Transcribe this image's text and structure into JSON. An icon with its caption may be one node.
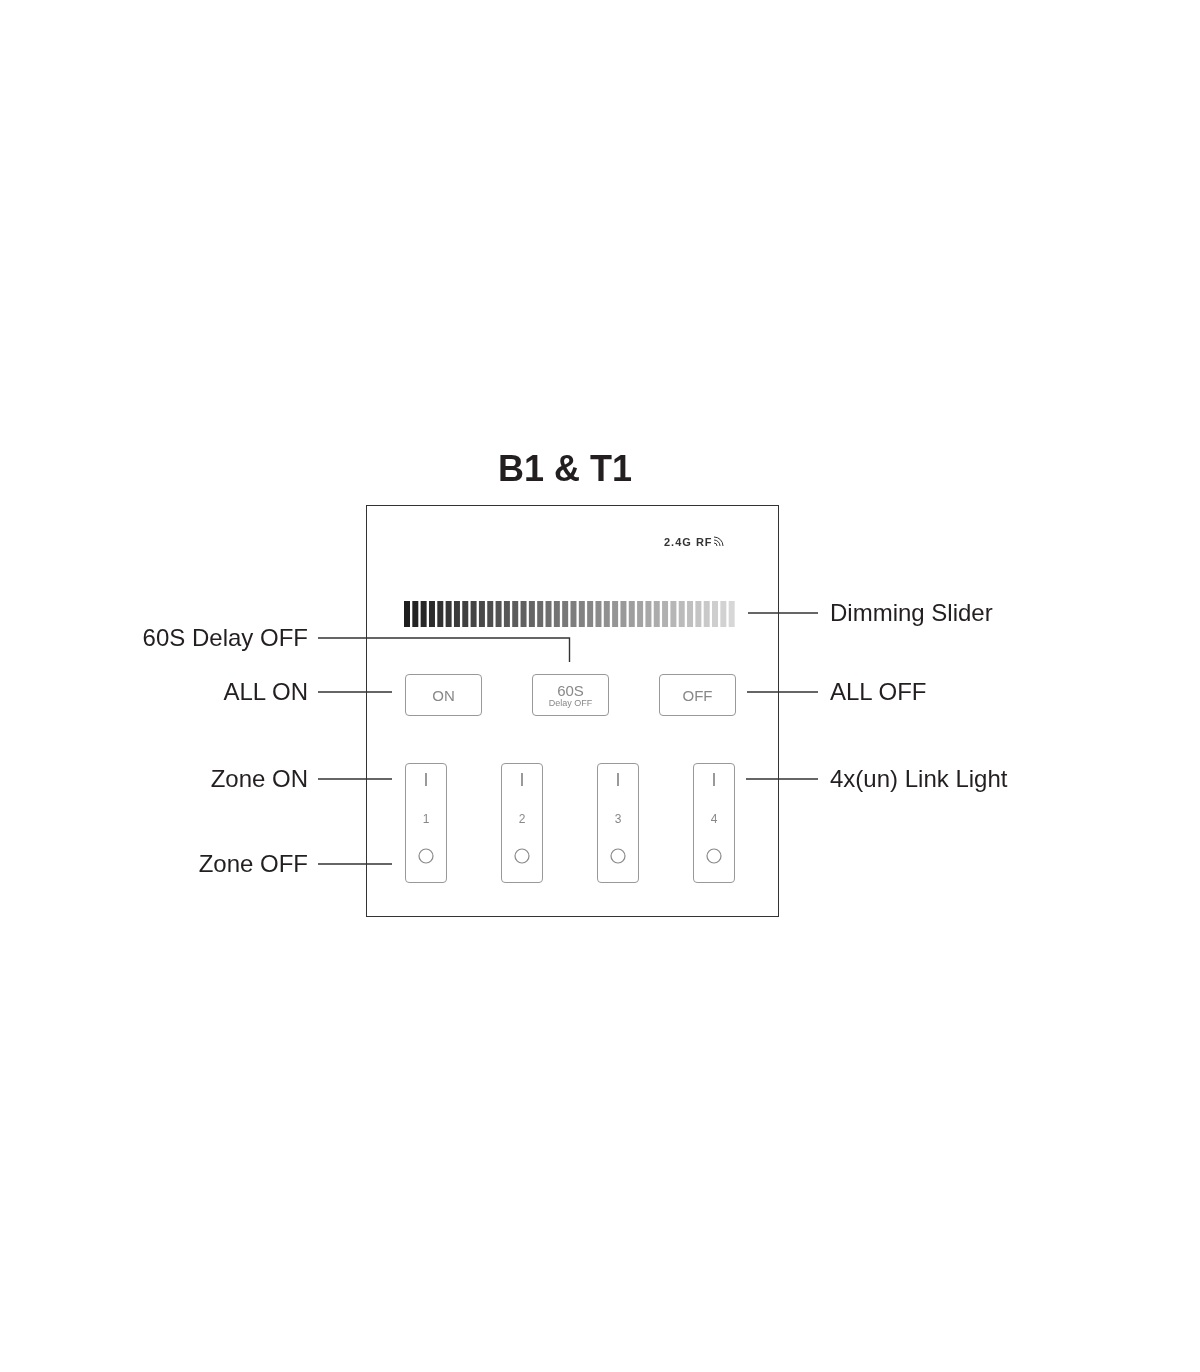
{
  "diagram": {
    "title": "B1 & T1",
    "nodes": [
      {
        "text": [],
        "shape": "box"
      },
      {
        "text": [],
        "shape": "bar",
        "in": 0
      },
      {
        "text": [
          "ON"
        ],
        "in": 0
      },
      {
        "text": [
          "60S",
          "Delay OFF"
        ],
        "in": 0
      },
      {
        "text": [
          "OFF"
        ],
        "in": 0
      },
      {
        "text": [
          "I",
          "1"
        ],
        "in": 0
      },
      {
        "text": [
          "I",
          "2"
        ],
        "in": 0
      },
      {
        "text": [
          "I",
          "3"
        ],
        "in": 0
      },
      {
        "text": [
          "I",
          "4"
        ],
        "in": 0
      },
      {
        "text": [
          "Dimming Slider"
        ]
      },
      {
        "text": [
          "60S Delay OFF"
        ]
      },
      {
        "text": [
          "ALL ON"
        ]
      },
      {
        "text": [
          "ALL OFF"
        ]
      },
      {
        "text": [
          "Zone ON"
        ]
      },
      {
        "text": [
          "Zone OFF"
        ]
      },
      {
        "text": [
          "4x(un) Link Light"
        ]
      }
    ],
    "edges": [
      {
        "from": 9,
        "to": 1,
        "arrow": "none"
      },
      {
        "from": 10,
        "to": 3,
        "arrow": "none"
      },
      {
        "from": 11,
        "to": 2,
        "arrow": "none"
      },
      {
        "from": 12,
        "to": 4,
        "arrow": "none"
      },
      {
        "from": 13,
        "to": 5,
        "arrow": "none"
      },
      {
        "from": 14,
        "to": 5,
        "arrow": "none"
      },
      {
        "from": 15,
        "to": 8,
        "arrow": "none"
      }
    ],
    "labels": [
      "2.4G RF"
    ]
  }
}
